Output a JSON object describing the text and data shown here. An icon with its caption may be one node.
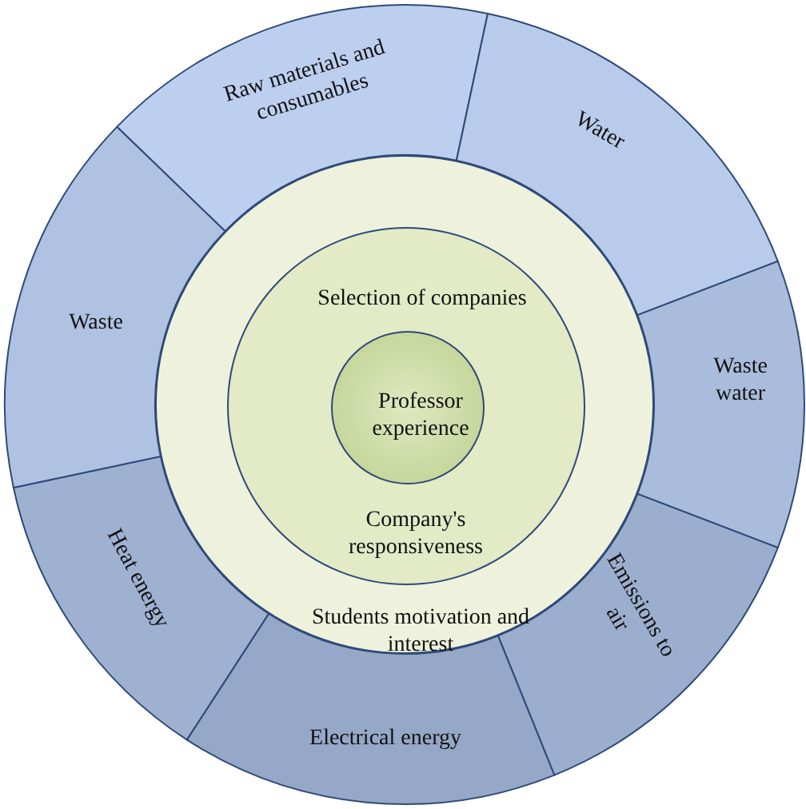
{
  "diagram": {
    "nodes": [
      {
        "text": [
          "Raw materials and consumables"
        ]
      },
      {
        "text": [
          "Water"
        ]
      },
      {
        "text": [
          "Waste water"
        ]
      },
      {
        "text": [
          "Emissions to air"
        ]
      },
      {
        "text": [
          "Electrical energy"
        ]
      },
      {
        "text": [
          "Heat energy"
        ]
      },
      {
        "text": [
          "Waste"
        ]
      },
      {
        "text": [
          "Students motivation and interest"
        ]
      },
      {
        "text": [
          "Selection of  companies",
          "Company's responsiveness"
        ],
        "in": 7
      },
      {
        "text": [
          "Professor experience"
        ],
        "in": 8
      }
    ]
  }
}
